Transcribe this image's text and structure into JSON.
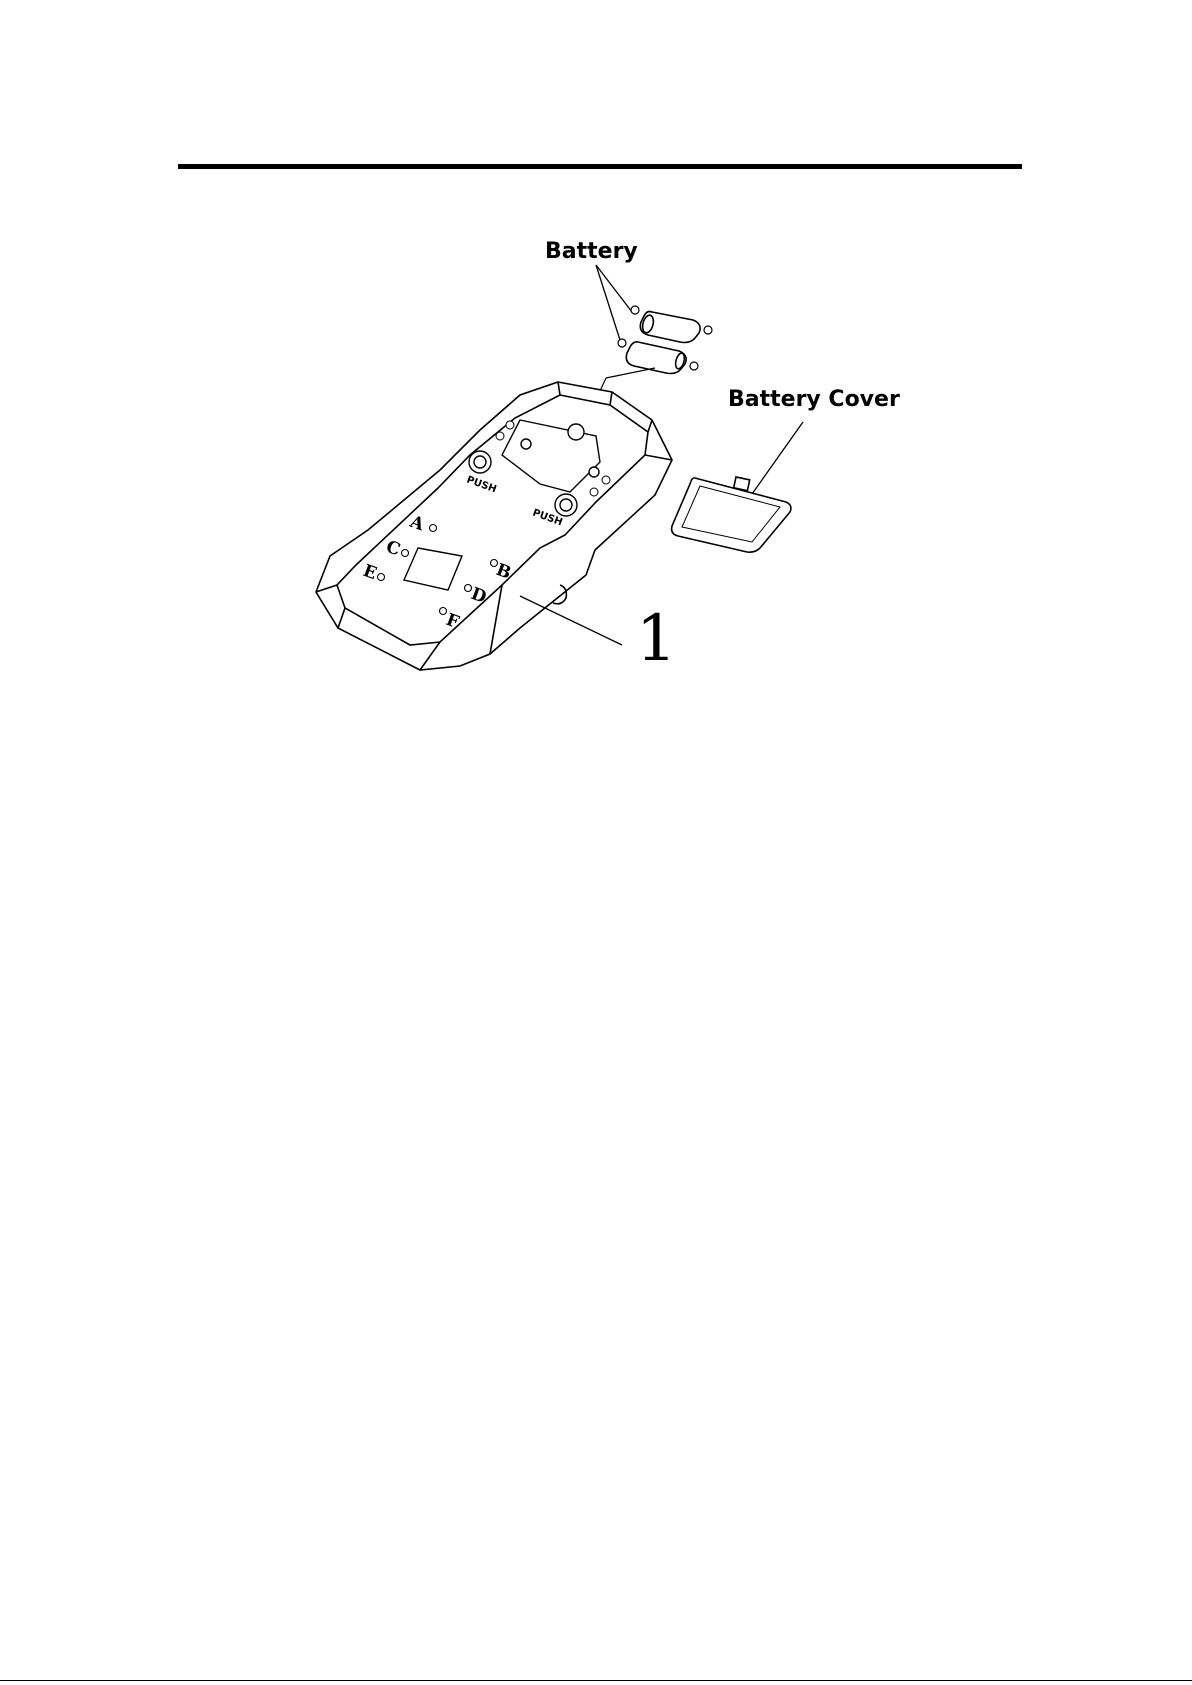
{
  "labels": {
    "battery": "Battery",
    "battery_cover": "Battery Cover",
    "part_number": "1",
    "button_a": "A",
    "button_b": "B",
    "button_c": "C",
    "button_d": "D",
    "button_e": "E",
    "button_f": "F",
    "plate_left": "PUSH",
    "plate_right": "PUSH"
  }
}
